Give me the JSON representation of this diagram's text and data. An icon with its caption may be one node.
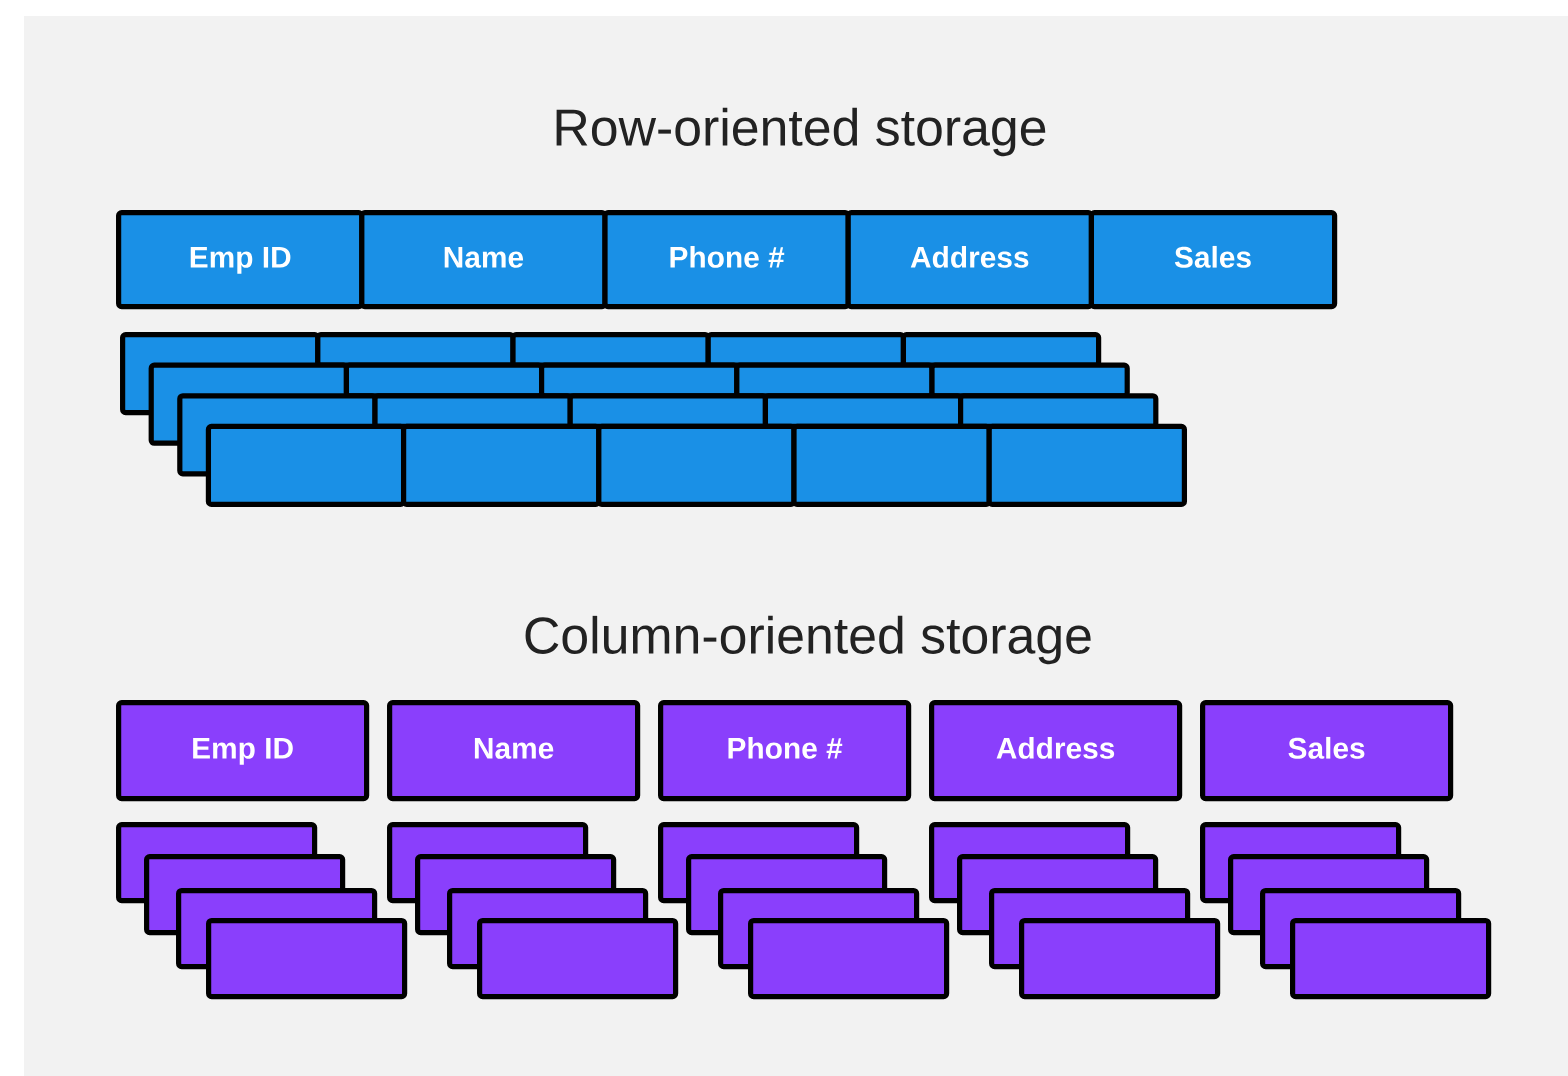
{
  "diagram": {
    "nodes": [
      {
        "text": [
          "Emp ID"
        ]
      },
      {
        "text": [
          "Name"
        ]
      },
      {
        "text": [
          "Phone #"
        ]
      },
      {
        "text": [
          "Address"
        ]
      },
      {
        "text": [
          "Sales"
        ]
      },
      {
        "text": [],
        "shape": "box"
      },
      {
        "text": [],
        "shape": "box"
      },
      {
        "text": [],
        "shape": "box"
      },
      {
        "text": [],
        "shape": "box"
      },
      {
        "text": [],
        "shape": "box"
      },
      {
        "text": [],
        "shape": "box"
      },
      {
        "text": [],
        "shape": "box"
      },
      {
        "text": [],
        "shape": "box"
      },
      {
        "text": [],
        "shape": "box"
      },
      {
        "text": [],
        "shape": "box"
      },
      {
        "text": [],
        "shape": "box"
      },
      {
        "text": [],
        "shape": "box"
      },
      {
        "text": [],
        "shape": "box"
      },
      {
        "text": [],
        "shape": "box"
      },
      {
        "text": [],
        "shape": "box"
      },
      {
        "text": [],
        "shape": "box"
      },
      {
        "text": [],
        "shape": "box"
      },
      {
        "text": [],
        "shape": "box"
      },
      {
        "text": [],
        "shape": "box"
      },
      {
        "text": [],
        "shape": "box"
      },
      {
        "text": [
          "Emp ID"
        ]
      },
      {
        "text": [
          "Name"
        ]
      },
      {
        "text": [
          "Phone #"
        ]
      },
      {
        "text": [
          "Address"
        ]
      },
      {
        "text": [
          "Sales"
        ]
      },
      {
        "text": [],
        "shape": "box"
      },
      {
        "text": [],
        "shape": "box"
      },
      {
        "text": [],
        "shape": "box"
      },
      {
        "text": [],
        "shape": "box"
      },
      {
        "text": [],
        "shape": "box"
      },
      {
        "text": [],
        "shape": "box"
      },
      {
        "text": [],
        "shape": "box"
      },
      {
        "text": [],
        "shape": "box"
      },
      {
        "text": [],
        "shape": "box"
      },
      {
        "text": [],
        "shape": "box"
      },
      {
        "text": [],
        "shape": "box"
      },
      {
        "text": [],
        "shape": "box"
      },
      {
        "text": [],
        "shape": "box"
      },
      {
        "text": [],
        "shape": "box"
      },
      {
        "text": [],
        "shape": "box"
      },
      {
        "text": [],
        "shape": "box"
      },
      {
        "text": [],
        "shape": "box"
      },
      {
        "text": [],
        "shape": "box"
      },
      {
        "text": [],
        "shape": "box"
      },
      {
        "text": [],
        "shape": "box"
      }
    ],
    "labels": [
      "Row-oriented storage",
      "Column-oriented storage"
    ]
  }
}
